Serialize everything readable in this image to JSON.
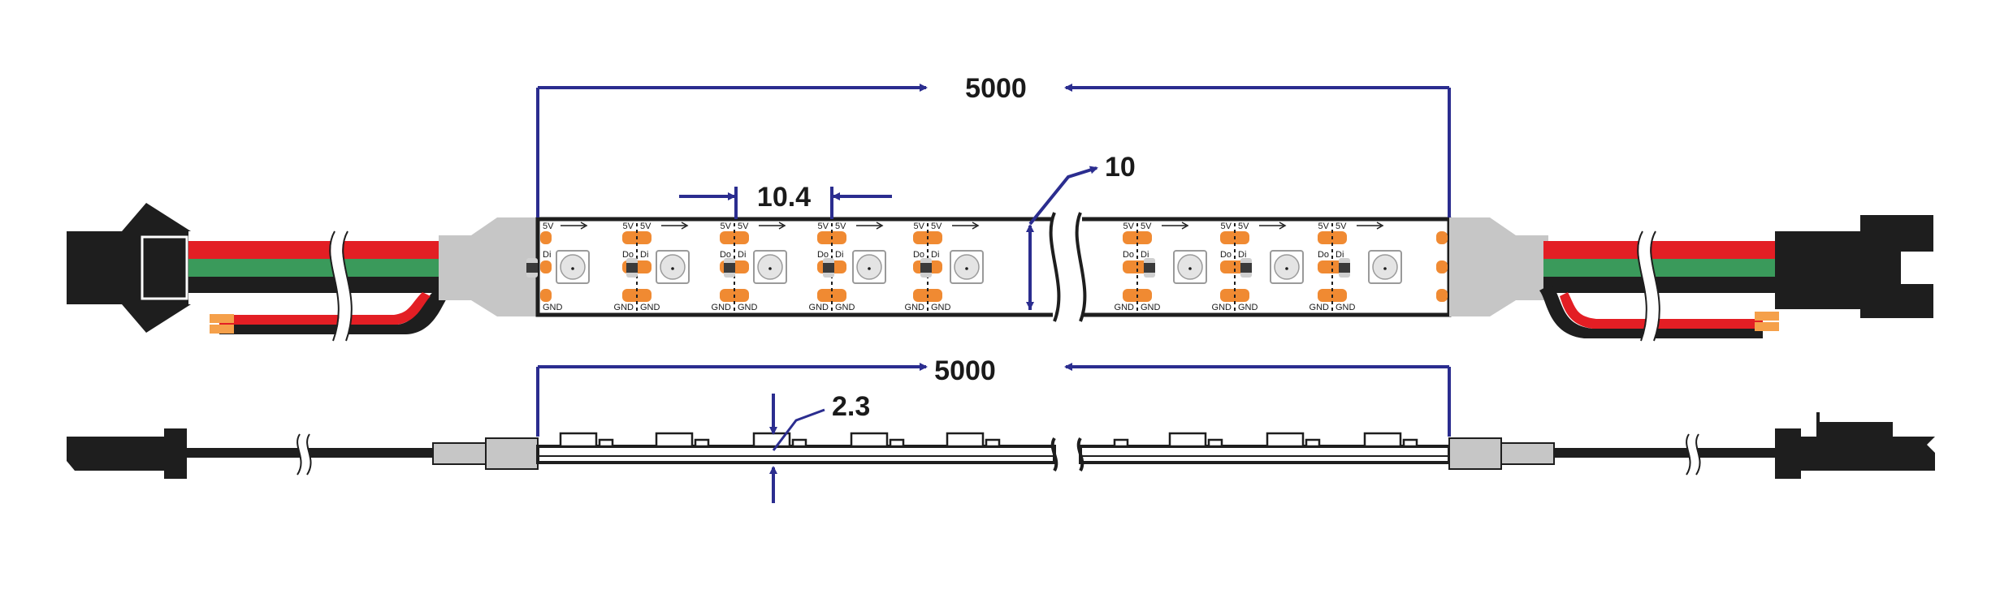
{
  "dimensions": {
    "length_top": "5000",
    "length_bottom": "5000",
    "pitch": "10.4",
    "width": "10",
    "thickness": "2.3"
  },
  "pad_labels": {
    "power": "5V",
    "ground": "GND",
    "data_in": "Di",
    "data_out": "Do"
  },
  "colors": {
    "dimension_line": "#2b2d8f",
    "wire_red": "#e31e24",
    "wire_green": "#3a9a5b",
    "wire_black": "#1e1e1e",
    "connector_black": "#1e1e1e",
    "end_cap_gray": "#c6c6c6",
    "pad_orange": "#f08a32",
    "wire_tip_orange": "#f5a04a"
  }
}
